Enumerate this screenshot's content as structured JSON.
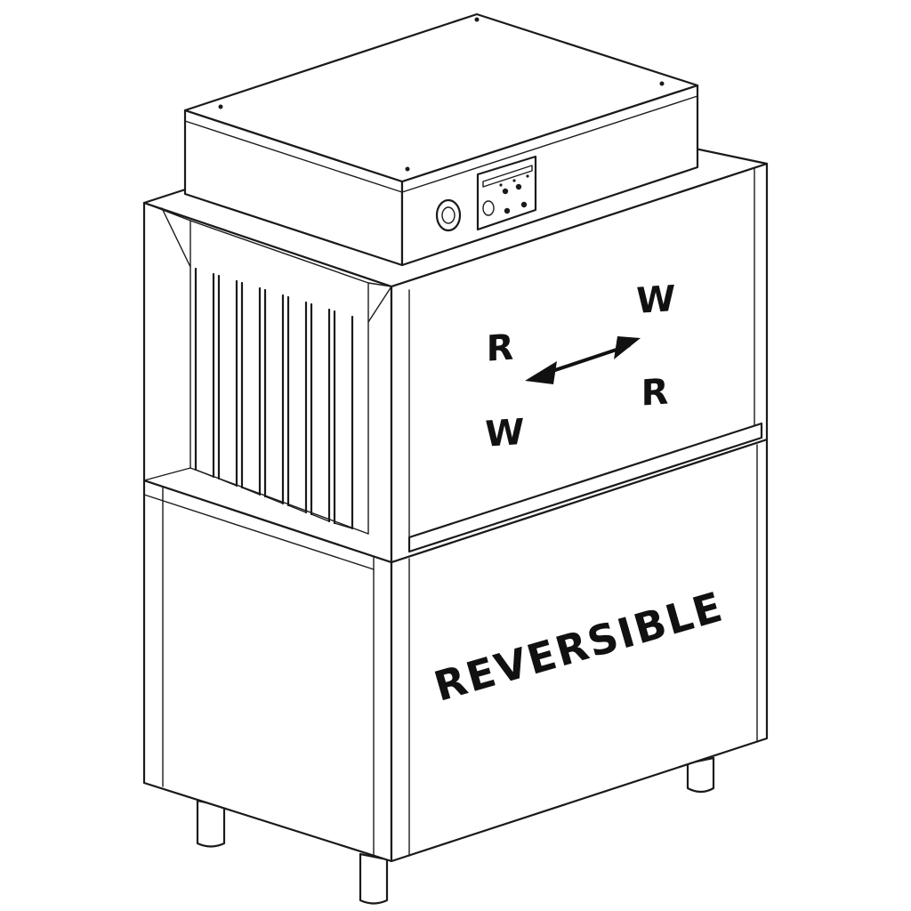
{
  "labels": {
    "left_top": "R",
    "left_bottom": "W",
    "right_top": "W",
    "right_bottom": "R",
    "lower_panel": "REVERSIBLE"
  },
  "colors": {
    "line": "#1a1a1a",
    "background": "#ffffff",
    "text": "#111111"
  }
}
